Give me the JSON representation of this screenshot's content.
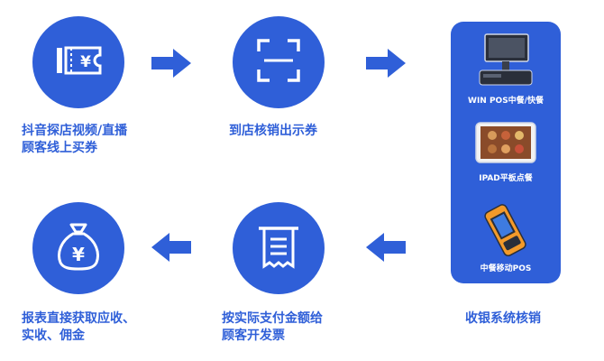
{
  "steps": {
    "buy": {
      "label_line1": "抖音探店视频/直播",
      "label_line2": "顾客线上买券",
      "icon": "ticket-yen-icon"
    },
    "redeem": {
      "label": "到店核销出示券",
      "icon": "scan-frame-icon"
    },
    "verify": {
      "label": "收银系统核销"
    },
    "invoice": {
      "label_line1": "按实际支付金额给",
      "label_line2": "顾客开发票",
      "icon": "receipt-icon"
    },
    "report": {
      "label_line1": "报表直接获取应收、",
      "label_line2": "实收、佣金",
      "icon": "money-bag-yen-icon"
    }
  },
  "devices": [
    {
      "label": "WIN POS中餐/快餐",
      "icon": "pos-terminal-icon"
    },
    {
      "label": "IPAD平板点餐",
      "icon": "tablet-icon"
    },
    {
      "label": "中餐移动POS",
      "icon": "handheld-pos-icon"
    }
  ],
  "colors": {
    "primary": "#2f5fd8",
    "background": "#ffffff"
  }
}
